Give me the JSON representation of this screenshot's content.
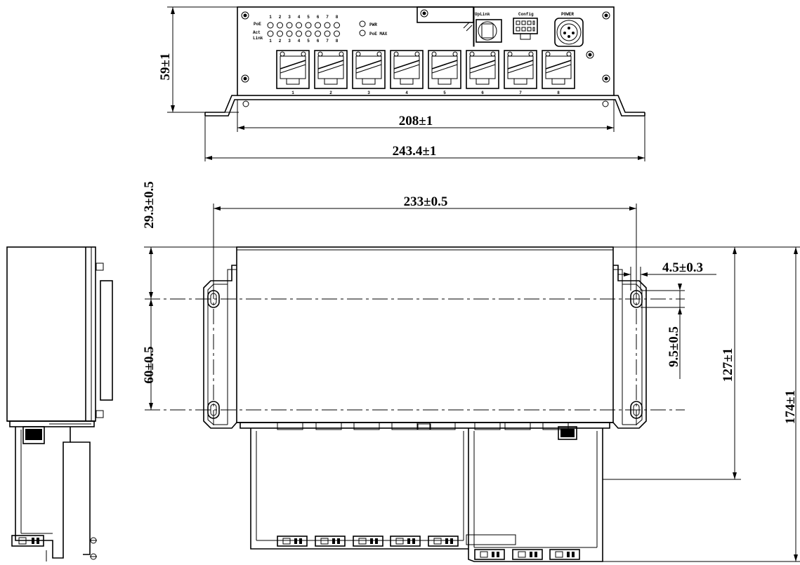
{
  "front_panel": {
    "poe_label": "PoE",
    "act_link_label": "Act\nLink",
    "port_numbers": [
      "1",
      "2",
      "3",
      "4",
      "5",
      "6",
      "7",
      "8"
    ],
    "pwr_label": "PWR",
    "poe_max_label": "PoE MAX",
    "uplink_label": "UpLink",
    "config_label": "Config",
    "power_label": "POWER"
  },
  "dimensions": {
    "front_height": "59±1",
    "inner_width": "208±1",
    "overall_width": "243.4±1",
    "hole_spacing_width": "233±0.5",
    "top_offset": "29.3±0.5",
    "hole_spacing_height": "60±0.5",
    "slot_width": "4.5±0.3",
    "slot_length": "9.5±0.5",
    "body_depth": "127±1",
    "overall_depth": "174±1"
  }
}
